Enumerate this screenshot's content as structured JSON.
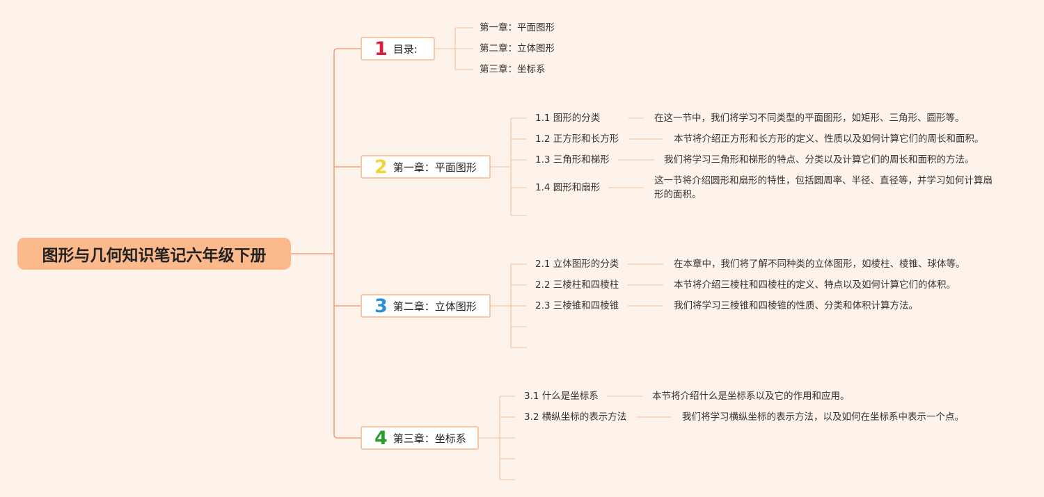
{
  "root": {
    "title": "图形与几何知识笔记六年级下册"
  },
  "chapters": [
    {
      "num": "1",
      "label": "目录:",
      "num_color": "#d81e3c"
    },
    {
      "num": "2",
      "label": "第一章：平面图形",
      "num_color": "#f2d43c"
    },
    {
      "num": "3",
      "label": "第二章：立体图形",
      "num_color": "#2f8fd6"
    },
    {
      "num": "4",
      "label": "第三章：坐标系",
      "num_color": "#2e9b2e"
    }
  ],
  "toc": [
    "第一章：平面图形",
    "第二章：立体图形",
    "第三章：坐标系"
  ],
  "ch1": [
    {
      "title": "1.1 图形的分类",
      "desc": "在这一节中，我们将学习不同类型的平面图形，如矩形、三角形、圆形等。"
    },
    {
      "title": "1.2 正方形和长方形",
      "desc": "本节将介绍正方形和长方形的定义、性质以及如何计算它们的周长和面积。"
    },
    {
      "title": "1.3 三角形和梯形",
      "desc": "我们将学习三角形和梯形的特点、分类以及计算它们的周长和面积的方法。"
    },
    {
      "title": "1.4 圆形和扇形",
      "desc": "这一节将介绍圆形和扇形的特性，包括圆周率、半径、直径等，并学习如何计算扇形的面积。"
    }
  ],
  "ch2": [
    {
      "title": "2.1 立体图形的分类",
      "desc": "在本章中，我们将了解不同种类的立体图形，如棱柱、棱锥、球体等。"
    },
    {
      "title": "2.2 三棱柱和四棱柱",
      "desc": "本节将介绍三棱柱和四棱柱的定义、特点以及如何计算它们的体积。"
    },
    {
      "title": "2.3 三棱锥和四棱锥",
      "desc": "我们将学习三棱锥和四棱锥的性质、分类和体积计算方法。"
    }
  ],
  "ch3": [
    {
      "title": "3.1 什么是坐标系",
      "desc": "本节将介绍什么是坐标系以及它的作用和应用。"
    },
    {
      "title": "3.2 横纵坐标的表示方法",
      "desc": "我们将学习横纵坐标的表示方法，以及如何在坐标系中表示一个点。"
    }
  ],
  "colors": {
    "background": "#fdf3ea",
    "root_fill": "#fbb98c",
    "main_line": "#f3a07a",
    "branch_line": "#f7c9ab"
  }
}
